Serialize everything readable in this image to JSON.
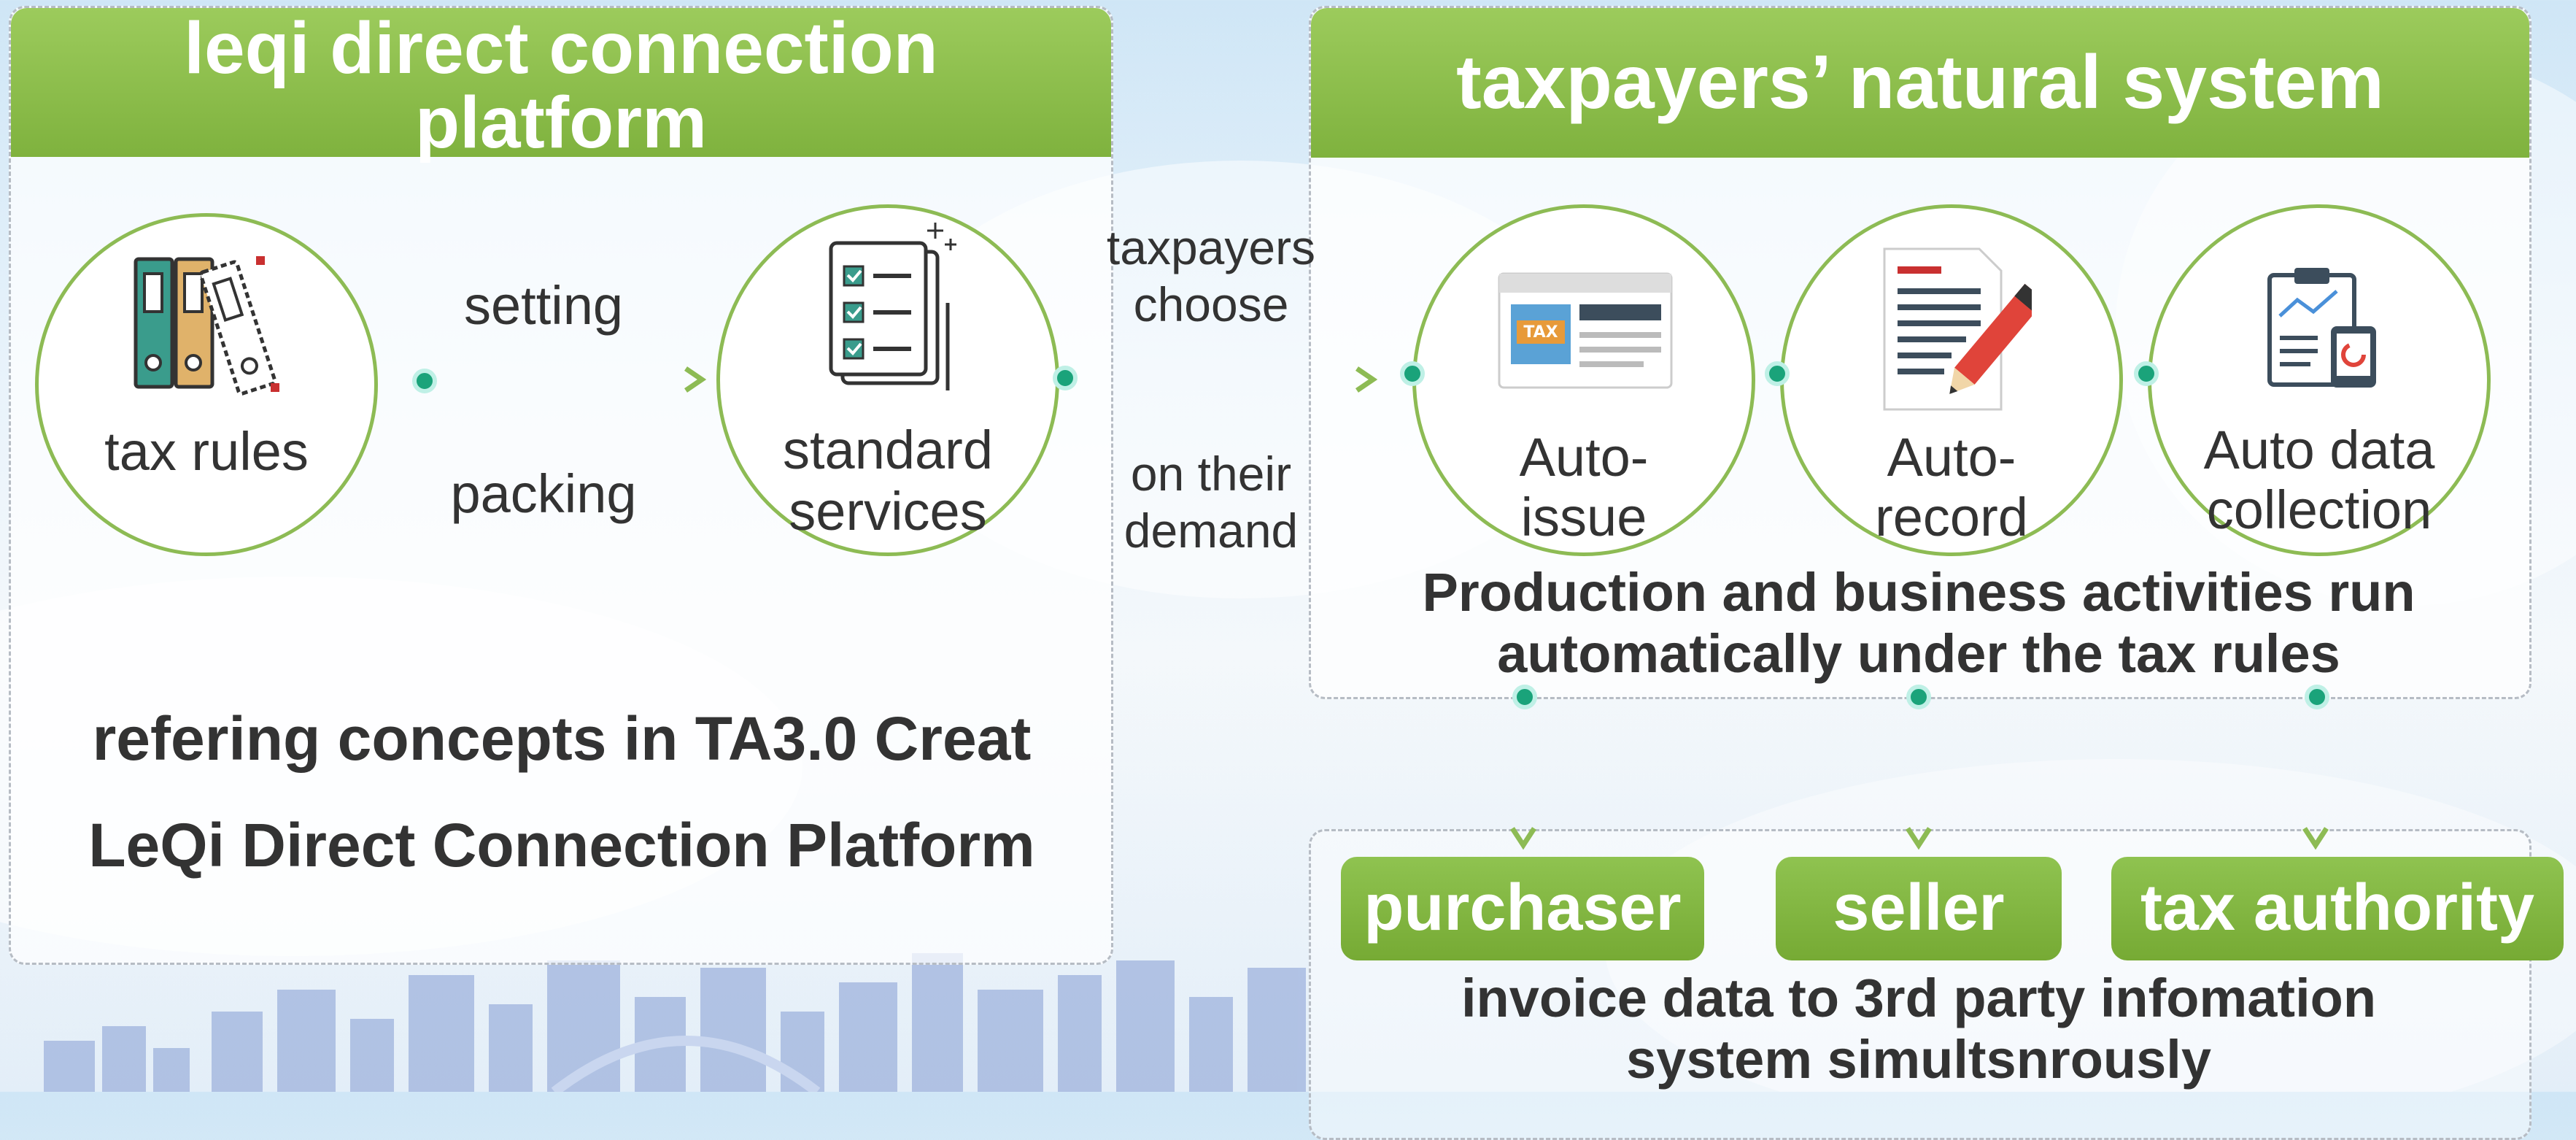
{
  "left_panel": {
    "title_line1": "leqi direct connection",
    "title_line2": "platform",
    "tax_rules": "tax rules",
    "setting": "setting",
    "packing": "packing",
    "standard_line1": "standard",
    "standard_line2": "services",
    "concept_line1": "refering concepts in TA3.0 Creat",
    "concept_line2": "LeQi Direct Connection Platform"
  },
  "middle": {
    "choose_line1": "taxpayers",
    "choose_line2": "choose",
    "demand_line1": "on their",
    "demand_line2": "demand"
  },
  "right_panel": {
    "title": "taxpayers’ natural system",
    "auto_issue_line1": "Auto-",
    "auto_issue_line2": "issue",
    "auto_record_line1": "Auto-",
    "auto_record_line2": "record",
    "auto_data_line1": "Auto data",
    "auto_data_line2": "collection",
    "production_line1": "Production and business activities run",
    "production_line2": "automatically under the tax rules"
  },
  "bottom_panel": {
    "purchaser": "purchaser",
    "seller": "seller",
    "tax_authority": "tax authority",
    "invoice_line1": "invoice data to 3rd party infomation",
    "invoice_line2": "system simultsnrously"
  },
  "icons": {
    "tax_rules": "binders-icon",
    "standard_services": "checklist-icon",
    "auto_issue": "invoice-window-icon",
    "auto_record": "document-pen-icon",
    "auto_data": "clipboard-chart-icon"
  },
  "colors": {
    "accent_green": "#8dbb54",
    "header_green": "#7fb23e",
    "node_teal": "#1aa37a",
    "text_dark": "#333333"
  }
}
